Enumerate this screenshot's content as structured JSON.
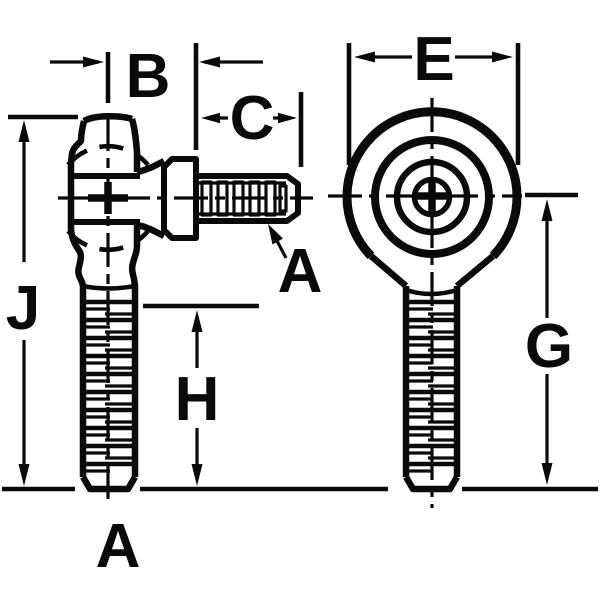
{
  "diagram": {
    "background_color": "#ffffff",
    "line_color": "#0a0a0a",
    "views": {
      "side_view_name": "rod-end-side-view",
      "front_view_name": "rod-end-front-view"
    },
    "labels": {
      "b": "B",
      "c": "C",
      "e": "E",
      "j": "J",
      "h": "H",
      "g": "G",
      "a_stud": "A",
      "a_shank": "A"
    }
  }
}
